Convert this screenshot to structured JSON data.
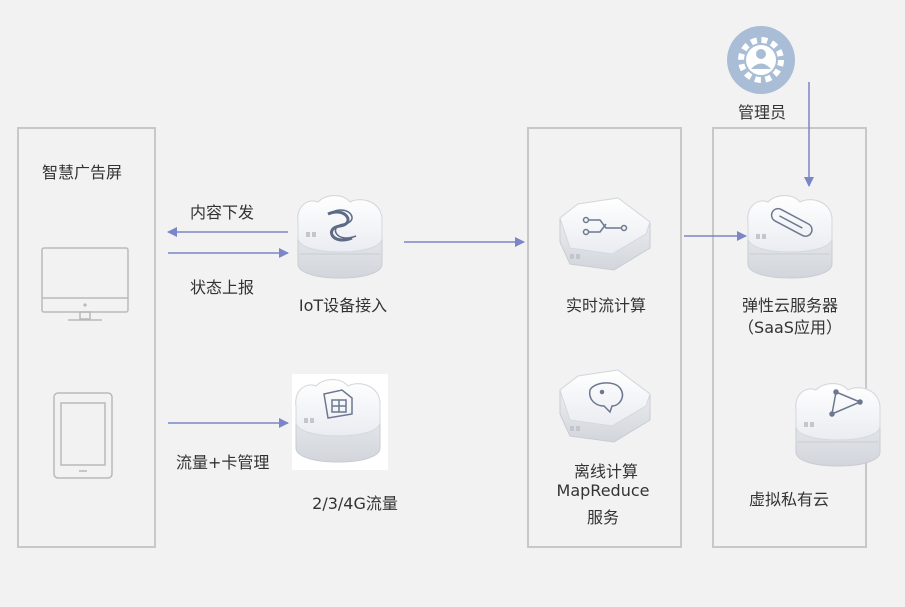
{
  "screens": {
    "title": "智慧广告屏"
  },
  "labels": {
    "content_down": "内容下发",
    "status_up": "状态上报",
    "traffic_card": "流量+卡管理",
    "iot": "IoT设备接入",
    "traffic_4g": "2/3/4G流量",
    "stream": "实时流计算",
    "offline_l1": "离线计算",
    "offline_l2": "MapReduce",
    "offline_l3": "服务",
    "ecs_l1": "弹性云服务器",
    "ecs_l2": "（SaaS应用）",
    "vpc": "虚拟私有云",
    "admin": "管理员"
  },
  "colors": {
    "arrow": "#7b86c8",
    "border": "#c8c8c8",
    "device": "#b9b9b9",
    "admin_circle": "#a9bdd6"
  },
  "icons": [
    "monitor-icon",
    "tablet-icon",
    "iot-cloud-icon",
    "sim-cloud-icon",
    "stream-compute-icon",
    "mapreduce-icon",
    "ecs-icon",
    "vpc-icon",
    "admin-gear-icon"
  ]
}
